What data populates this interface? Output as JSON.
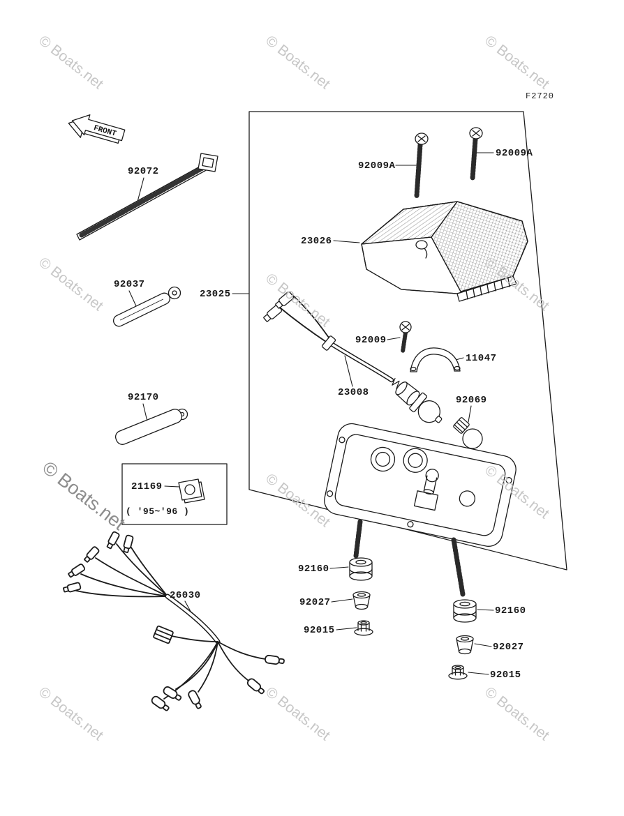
{
  "figure": {
    "code": "F2720",
    "front_label": "FRONT",
    "watermark_text": "© Boats.net",
    "note_years": "( '95~'96 )"
  },
  "labels": {
    "l92072": "92072",
    "l92037": "92037",
    "l23025": "23025",
    "l92170": "92170",
    "l21169": "21169",
    "l26030": "26030",
    "l92009a_left": "92009A",
    "l92009a_right": "92009A",
    "l23026": "23026",
    "l92009": "92009",
    "l11047": "11047",
    "l23008": "23008",
    "l92069": "92069",
    "l92160_left": "92160",
    "l92027_left": "92027",
    "l92015_left": "92015",
    "l92160_right": "92160",
    "l92027_right": "92027",
    "l92015_right": "92015"
  }
}
